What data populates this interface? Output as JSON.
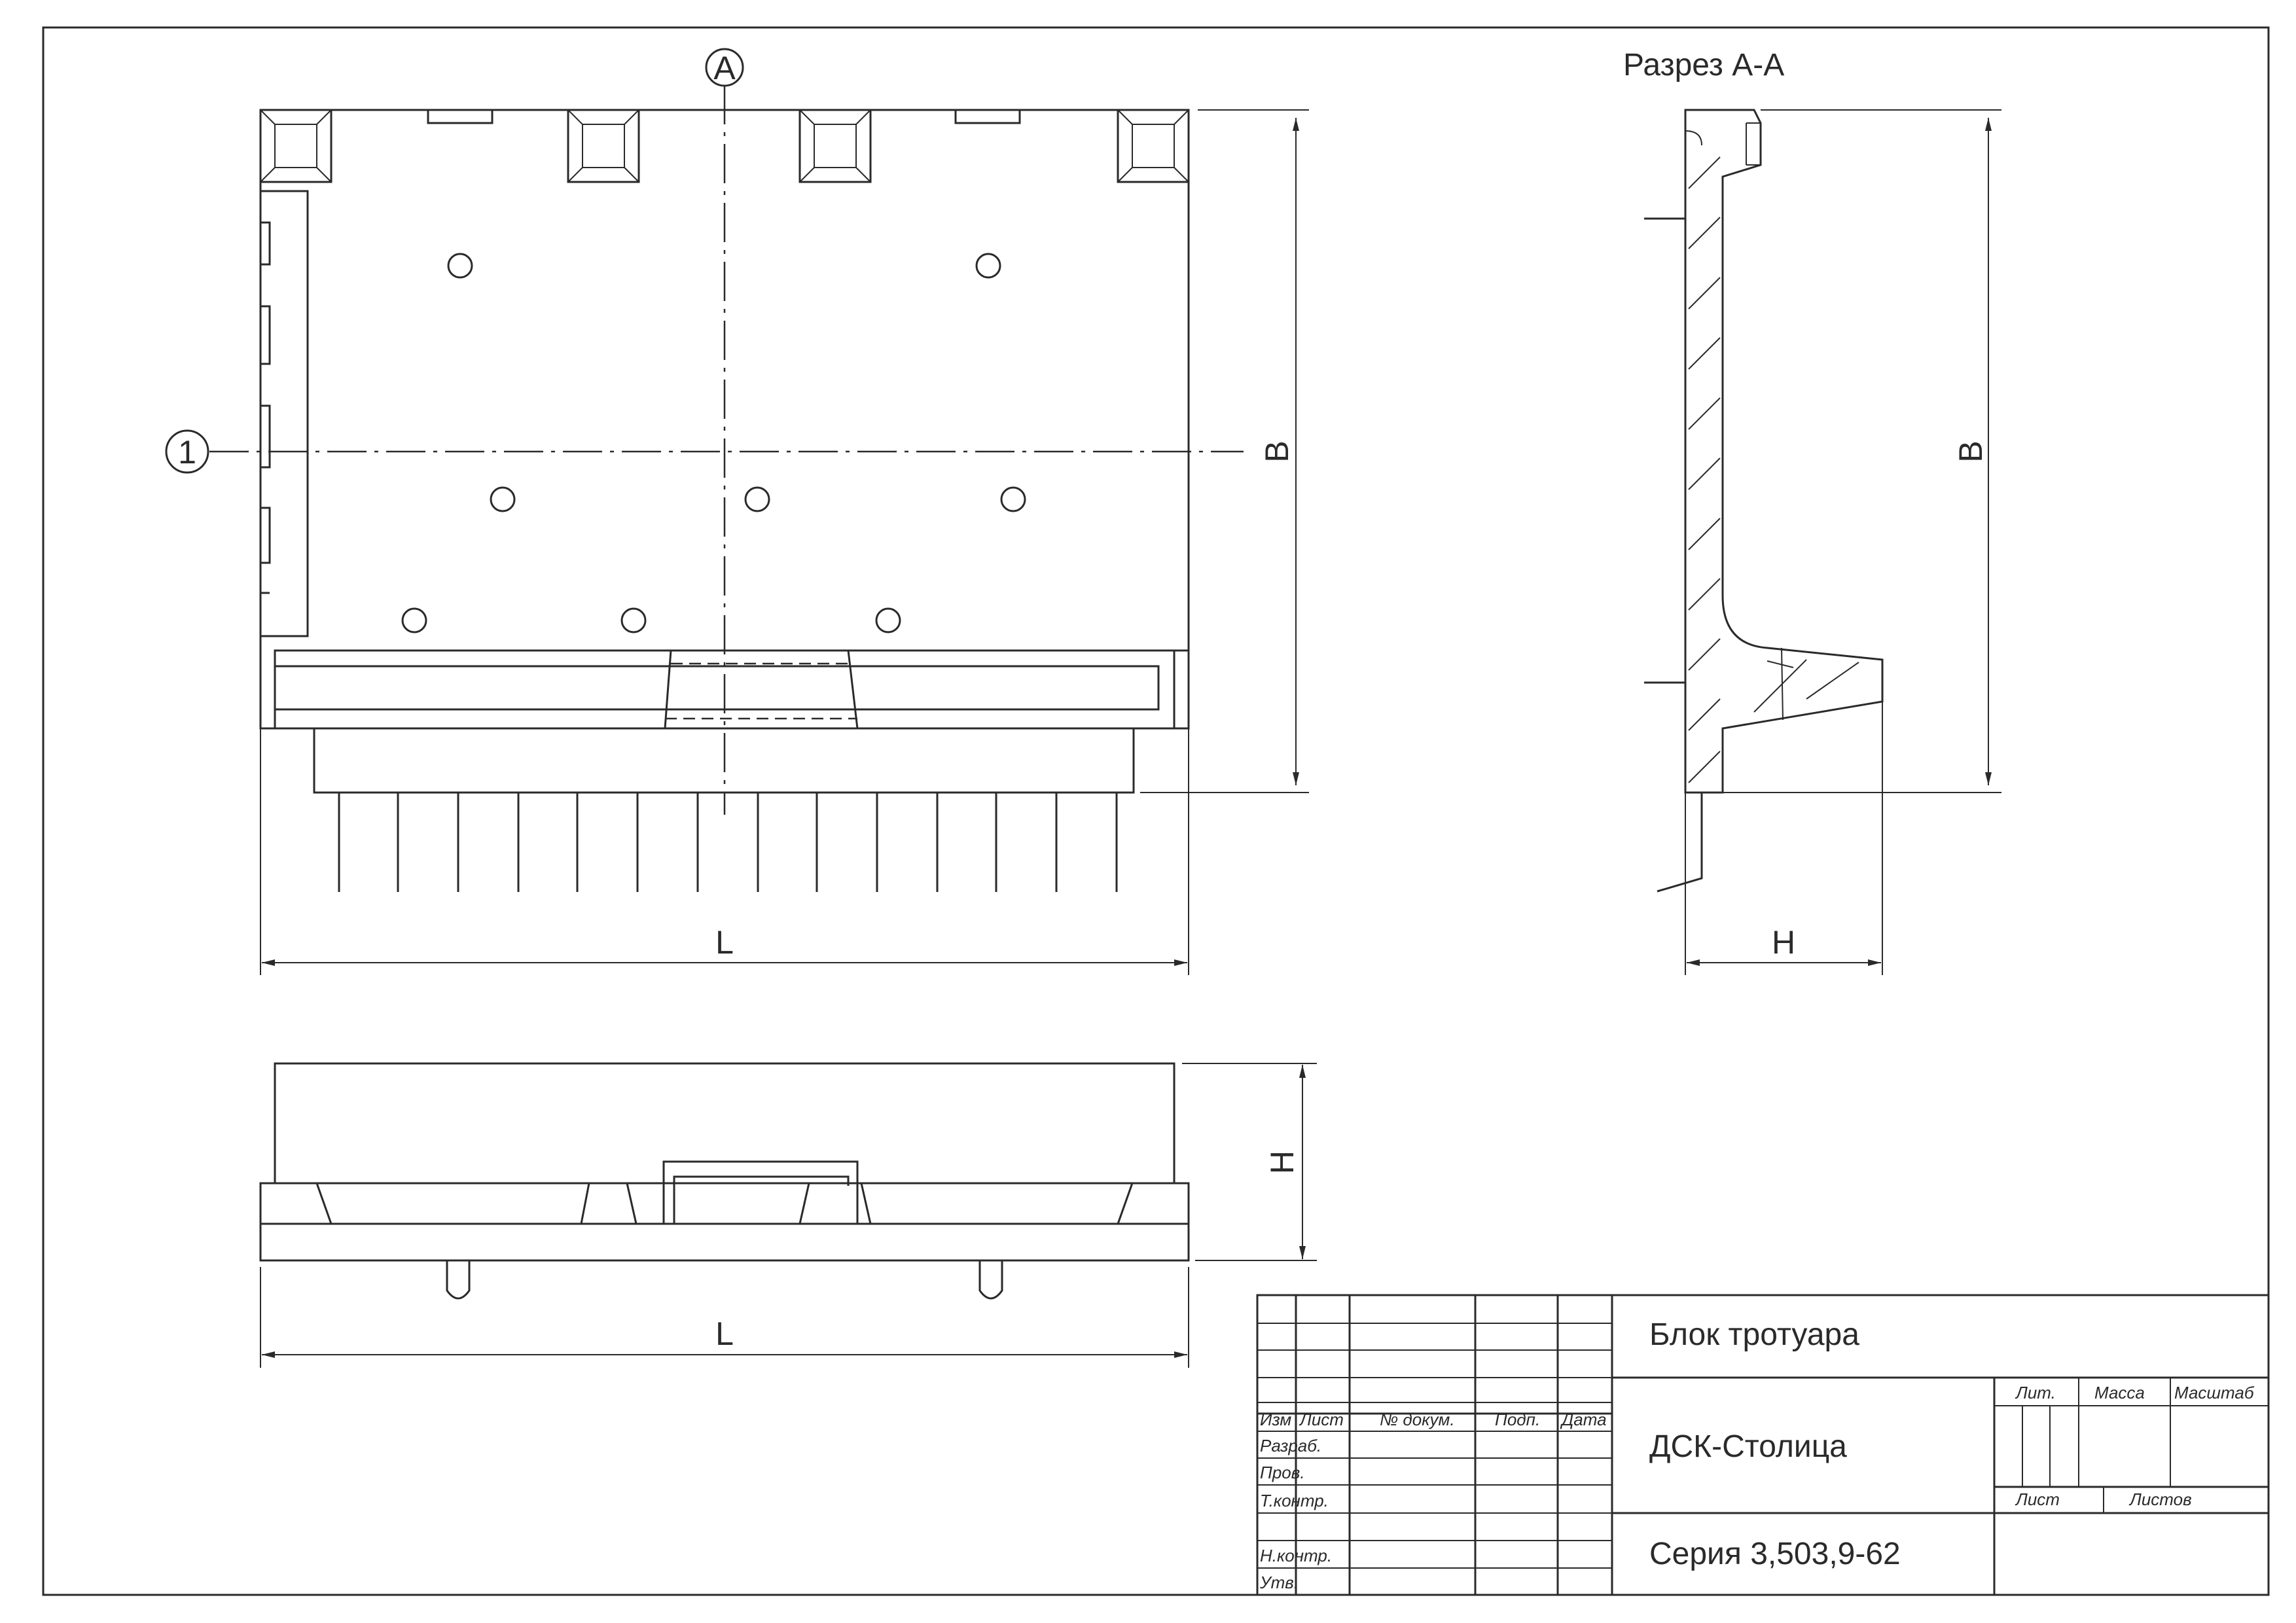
{
  "drawing": {
    "section_title": "Разрез А-А",
    "labels": {
      "section_mark": "A",
      "position_mark": "1",
      "length": "L",
      "height_B": "B",
      "height_H": "H"
    }
  },
  "title_block": {
    "name": "Блок тротуара",
    "organization": "ДСК-Столица",
    "series": "Серия 3,503,9-62",
    "columns": [
      "Изм",
      "Лист",
      "№ докум.",
      "Подп.",
      "Дата"
    ],
    "rows": [
      "Разраб.",
      "Пров.",
      "Т.контр.",
      "Н.контр.",
      "Утв."
    ],
    "info_headers": [
      "Лит.",
      "Масса",
      "Масштаб"
    ],
    "sheet_labels": [
      "Лист",
      "Листов"
    ]
  }
}
